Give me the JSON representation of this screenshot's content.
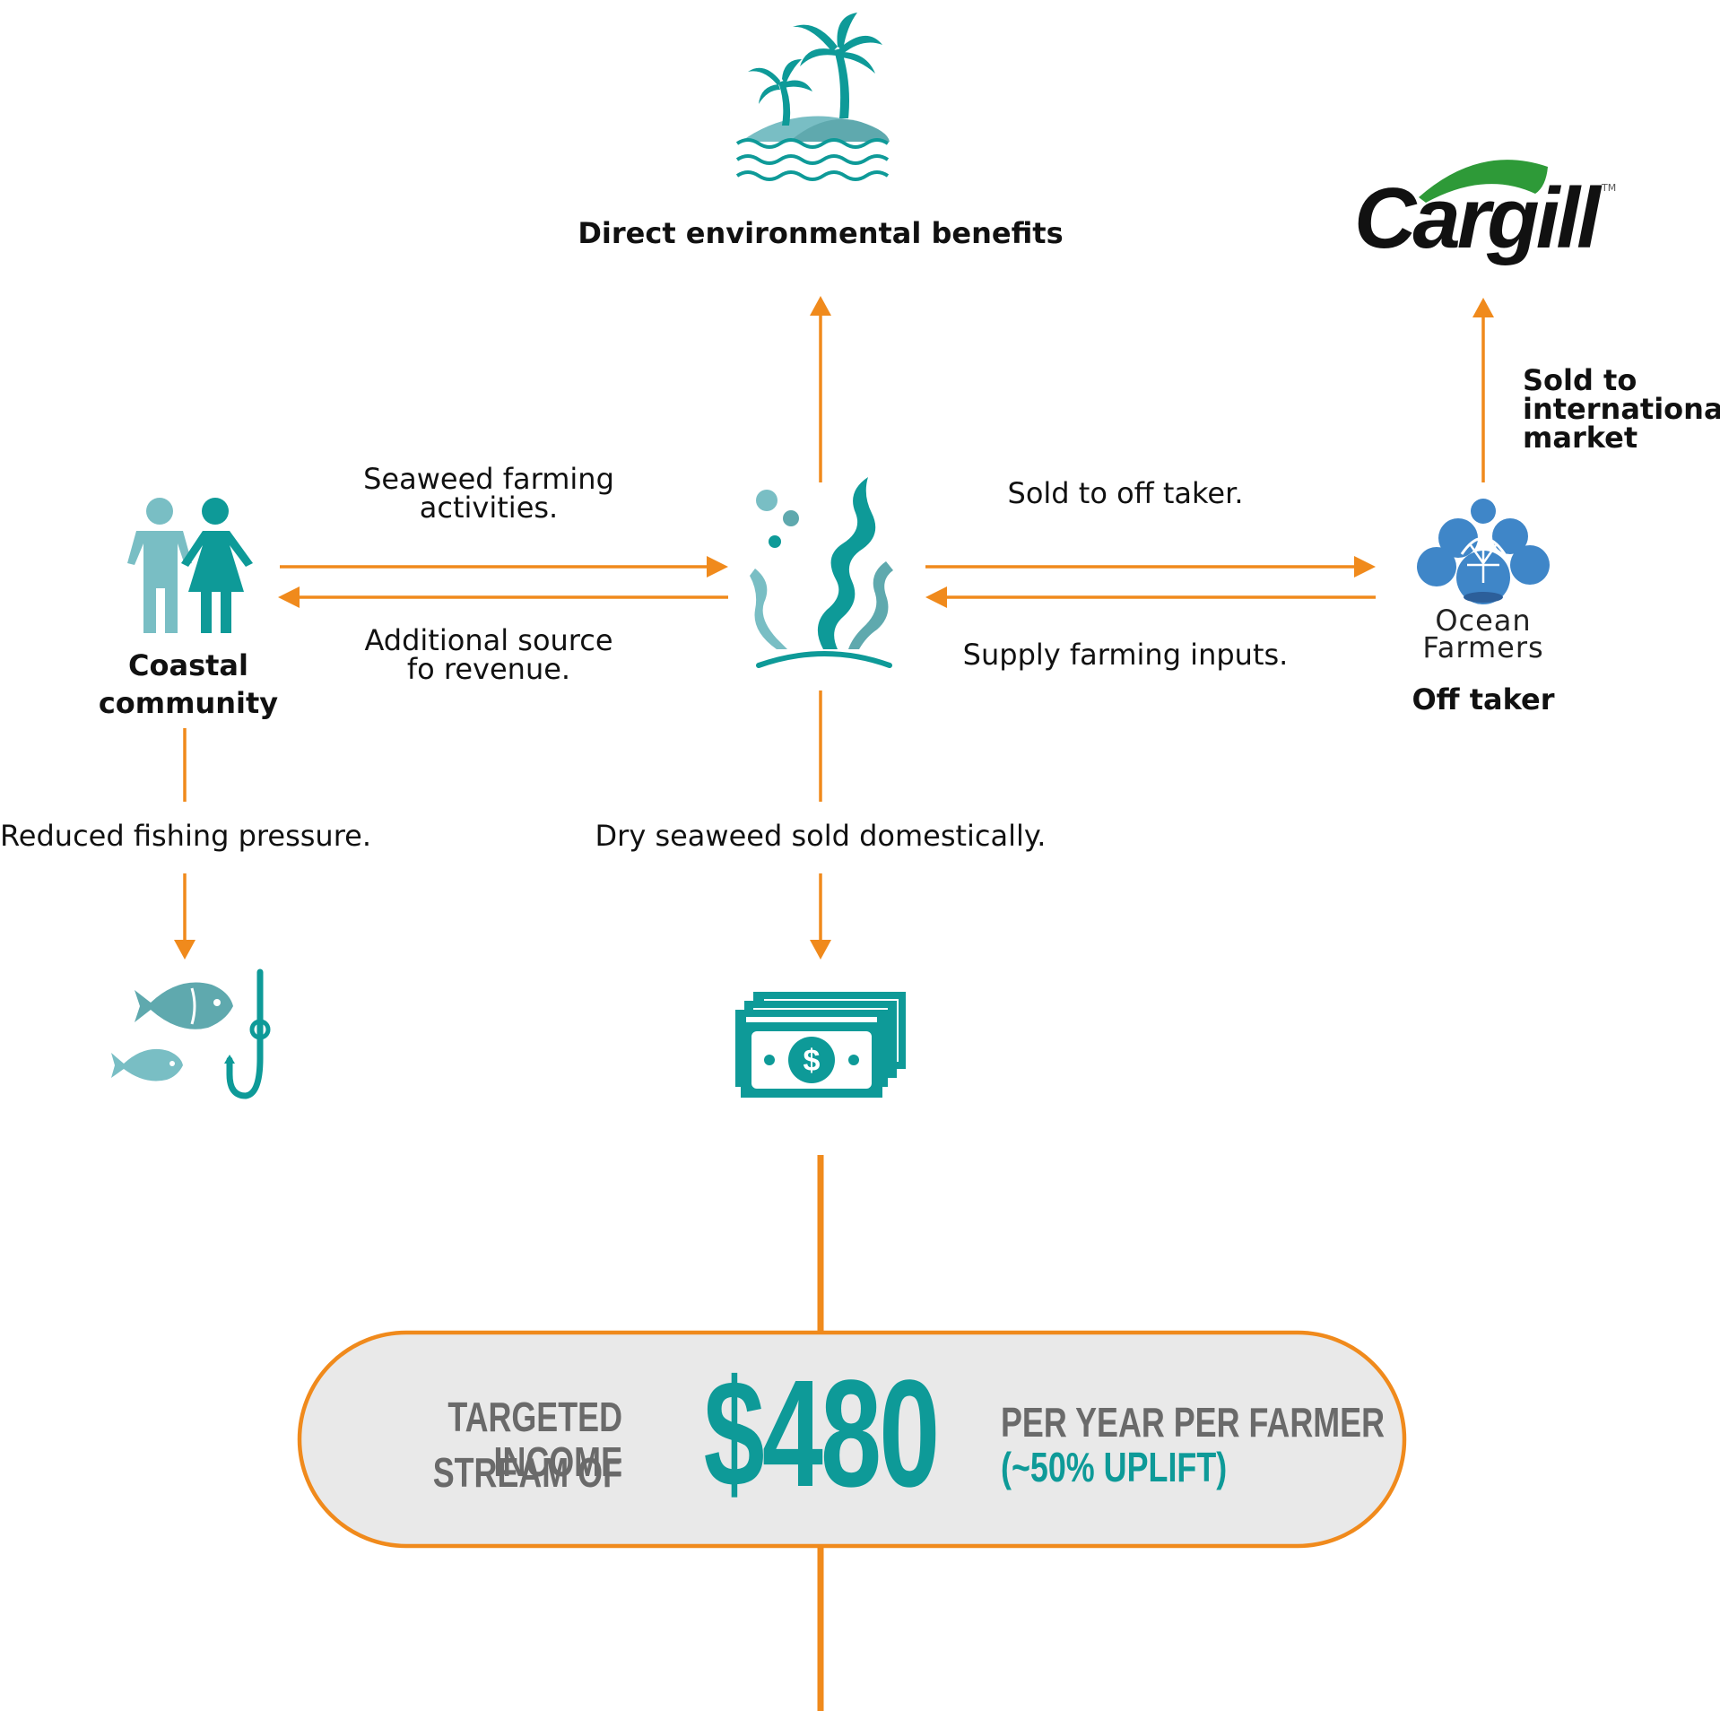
{
  "nodes": {
    "environment": {
      "label": "Direct environmental benefits"
    },
    "community": {
      "label_line1": "Coastal",
      "label_line2": "community"
    },
    "off_taker": {
      "label": "Off taker",
      "logo_line1": "Ocean",
      "logo_line2": "Farmers"
    },
    "buyer": {
      "logo_text": "Cargill",
      "trademark": "TM"
    }
  },
  "edges": {
    "to_seaweed_line1": "Seaweed farming",
    "to_seaweed_line2": "activities.",
    "to_community_line1": "Additional source",
    "to_community_line2": "fo revenue.",
    "sold_off_taker": "Sold to off taker.",
    "supply_inputs": "Supply farming inputs.",
    "international_line1": "Sold to",
    "international_line2": "international",
    "international_line3": "market",
    "fishing": "Reduced fishing pressure.",
    "domestic": "Dry seaweed sold domestically."
  },
  "income_box": {
    "left_line1": "TARGETED INCOME",
    "left_line2": "STREAM OF",
    "amount": "$480",
    "right_line1": "PER YEAR PER FARMER",
    "right_line2": "(~50% UPLIFT)"
  },
  "icons": {
    "island": "island-palm-icon",
    "people": "couple-icon",
    "seaweed": "seaweed-icon",
    "fish": "fish-hook-icon",
    "money": "banknotes-icon"
  },
  "colors": {
    "arrow": "#F08A1C",
    "teal_dark": "#0E9A98",
    "teal_light": "#79BEC4",
    "teal_mid": "#5FA9AE",
    "box_fill": "#E9E9E9",
    "box_text_gray": "#6A6A6A",
    "cargill_green": "#2E9A38",
    "ocean_blue": "#3F86C8"
  }
}
